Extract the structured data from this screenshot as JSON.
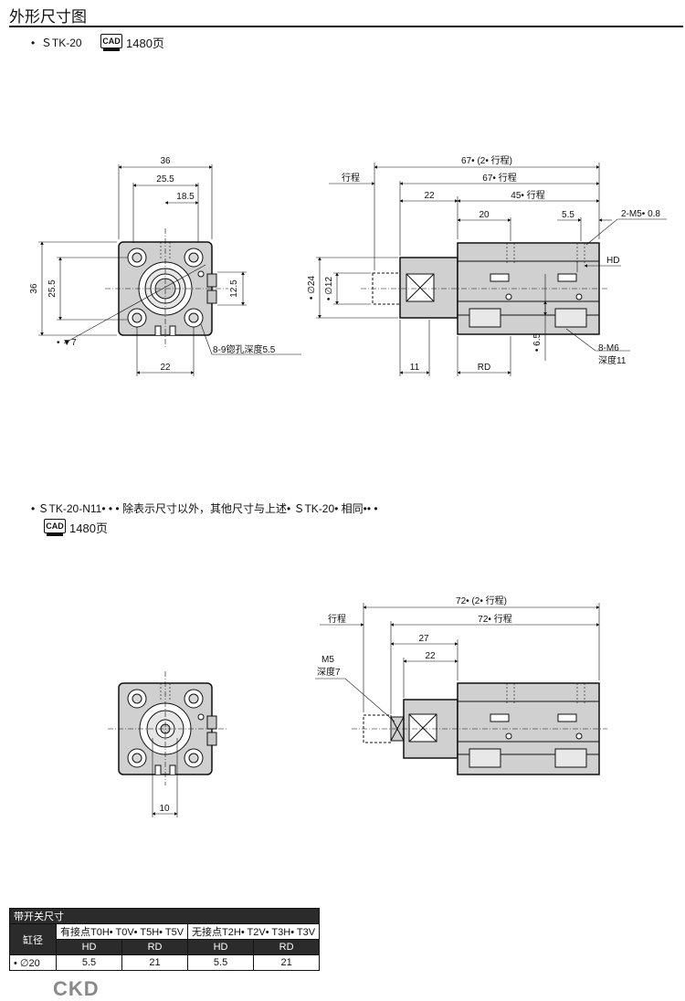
{
  "header": {
    "title": "外形尺寸图"
  },
  "section1": {
    "model": "•   ＳTK-20",
    "cad_label": "CAD",
    "cad_page": "1480页"
  },
  "section2": {
    "note": "•  ＳTK-20-N11• • •  除表示尺寸以外，其他尺寸与上述• ＳTK-20• 相同•• •",
    "cad_label": "CAD",
    "cad_page": "1480页"
  },
  "front1": {
    "dim_36w": "36",
    "dim_25_5w": "25.5",
    "dim_18_5": "18.5",
    "dim_36h": "36",
    "dim_25_5h": "25.5",
    "dim_12_5": "12.5",
    "dim_22": "22",
    "dim_phi7": "• ▼7",
    "counterbore": "8-9锪孔深度5.5"
  },
  "side1": {
    "dim_total": "67• (2• 行程)",
    "stroke": "行程",
    "dim_67": "67• 行程",
    "dim_22": "22",
    "dim_45": "45• 行程",
    "dim_20": "20",
    "dim_5_5": "5.5",
    "port": "2-M5• 0.8",
    "hd": "HD",
    "dim_phi24": "• ∅24",
    "dim_phi12": "• ∅12",
    "dim_11": "11",
    "rd": "RD",
    "dim_6_5": "• 6.5",
    "tap": "8-M6",
    "tap_depth": "深度11"
  },
  "front2": {
    "dim_10": "10"
  },
  "side2": {
    "dim_total": "72• (2• 行程)",
    "stroke": "行程",
    "dim_72": "72• 行程",
    "dim_27": "27",
    "dim_22": "22",
    "thread": "M5",
    "thread_depth": "深度7"
  },
  "switch_table": {
    "title": "带开关尺寸",
    "bore_header": "缸径",
    "group1": "有接点T0H• T0V• T5H• T5V",
    "group2": "无接点T2H• T2V• T3H• T3V",
    "hd": "HD",
    "rd": "RD",
    "rows": [
      {
        "bore": "•  ∅20",
        "hd1": "5.5",
        "rd1": "21",
        "hd2": "5.5",
        "rd2": "21"
      }
    ]
  },
  "brand": {
    "logo": "CKD"
  }
}
